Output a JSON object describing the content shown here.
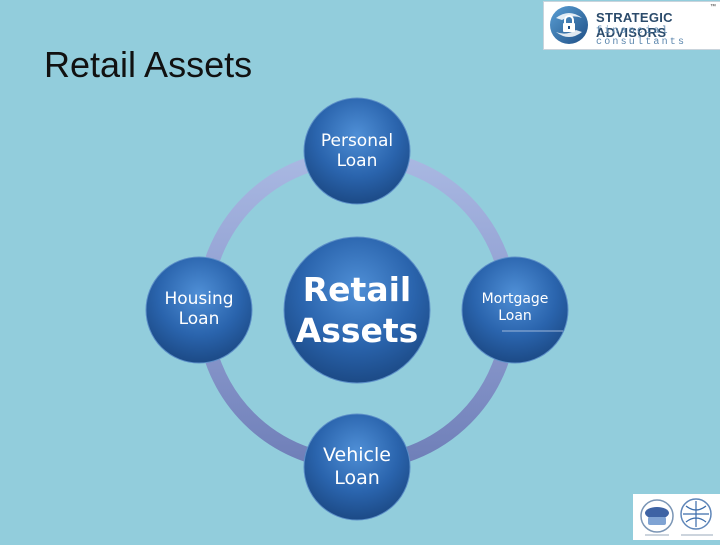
{
  "slide": {
    "title": "Retail Assets"
  },
  "logo": {
    "name": "STRATEGIC ADVISORS",
    "trademark": "™",
    "tagline": "financial consultants"
  },
  "diagram": {
    "center": {
      "line1": "Retail",
      "line2": "Assets"
    },
    "nodes": {
      "top": {
        "line1": "Personal",
        "line2": "Loan"
      },
      "left": {
        "line1": "Housing",
        "line2": "Loan"
      },
      "right": {
        "line1": "Mortgage",
        "line2": "Loan"
      },
      "bottom": {
        "line1": "Vehicle",
        "line2": "Loan"
      }
    }
  },
  "colors": {
    "background": "#92cddc",
    "circle_fill": "#2a64ad",
    "ring": "#9eaedb"
  }
}
